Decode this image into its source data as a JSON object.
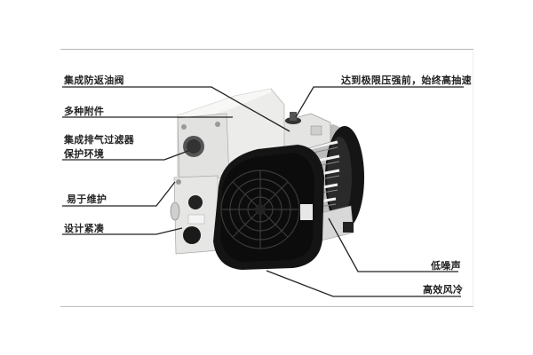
{
  "diagram": {
    "subject": "rotary vane vacuum pump",
    "labels_left": [
      {
        "id": "anti-suckback-valve",
        "text": "集成防返油阀"
      },
      {
        "id": "accessories",
        "text": "多种附件"
      },
      {
        "id": "exhaust-filter-line1",
        "text": "集成排气过滤器"
      },
      {
        "id": "exhaust-filter-line2",
        "text": "保护环境"
      },
      {
        "id": "maintenance",
        "text": "易于维护"
      },
      {
        "id": "compact",
        "text": "设计紧凑"
      }
    ],
    "labels_right": [
      {
        "id": "pumping-speed",
        "text": "达到极限压强前，始终高抽速"
      },
      {
        "id": "low-noise",
        "text": "低噪声"
      },
      {
        "id": "air-cooling",
        "text": "高效风冷"
      }
    ],
    "colors": {
      "leader_line": "#222222",
      "frame_line": "#b5b5b5",
      "pump_body": "#e8e8e6",
      "fan_cover": "#111111",
      "motor": "#c9c9c9"
    }
  }
}
